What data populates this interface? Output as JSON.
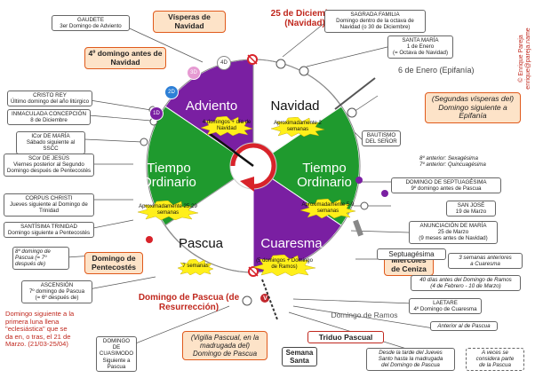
{
  "center_label": "",
  "seasons": {
    "adviento": {
      "name": "Adviento",
      "detail": "4 domingos + día de Navidad",
      "color": "#7a1fa2"
    },
    "navidad": {
      "name": "Navidad",
      "detail": "Aproximadamente 2 semanas",
      "color": "#ffffff"
    },
    "ord1": {
      "name": "Tiempo Ordinario",
      "detail": "Aproximadamente 25-29 semanas",
      "color": "#1f9a2e"
    },
    "ord2": {
      "name": "Tiempo Ordinario",
      "detail": "Aproximadamente 5-9 semanas",
      "color": "#1f9a2e"
    },
    "pascua": {
      "name": "Pascua",
      "detail": "7 semanas",
      "color": "#ffffff"
    },
    "cuaresma": {
      "name": "Cuaresma",
      "detail": "(5 domingos + Domingo de Ramos)",
      "color": "#7a1fa2"
    }
  },
  "advent_sundays": [
    "1D",
    "2D",
    "3D",
    "4D"
  ],
  "advent_colors": [
    "#7a1fa2",
    "#2d7fd6",
    "#e69ad2",
    "#ffffff"
  ],
  "title_25": "25 de Diciembre (Navidad)",
  "primary_labels": {
    "visperas_navidad": "Vísperas de Navidad",
    "cuarto_domingo": "4º domingo antes de Navidad",
    "segundas_visperas": "(Segundas vísperas del) Domingo siguiente a Epifanía",
    "miercoles_ceniza": "Miércoles de Ceniza",
    "pentecostes": "Domingo de Pentecostés",
    "pascua_resurreccion": "Domingo de Pascua (de Resurrección)",
    "vigilia": "(Vigilia Pascual, en la madrugada del) Domingo de Pascua",
    "semana_santa": "Semana Santa",
    "triduo": "Triduo Pascual"
  },
  "tags": {
    "gaudete": "GAUDETE\n3er Domingo de Adviento",
    "cristo_rey": "CRISTO REY\nÚltimo domingo del año litúrgico",
    "inmaculada": "INMACULADA CONCEPCIÓN\n8 de Diciembre",
    "icor": "ICor DE MARÍA\nSábado siguiente al SSCC",
    "scor": "SCor DE JESÚS\nViernes posterior al Segundo\nDomingo después de Pentecostés",
    "corpus": "CORPUS CHRISTI\nJueves siguiente al Domingo de\nTrinidad",
    "trinidad": "SANTÍSIMA TRINIDAD\nDomingo siguiente a Pentecostés",
    "octavo": "8º domingo de\nPascua (= 7º\ndespués de)",
    "ascension": "ASCENSIÓN\n7º domingo de Pascua\n(= 6º después de)",
    "cuasimodo": "DOMINGO DE\nCUASIMODO\nSiguiente a\nPascua",
    "sagrada": "SAGRADA FAMILIA\nDomingo dentro de la octava de\nNavidad (o 30 de Diciembre)",
    "santa_maria": "SANTA MARÍA\n1 de Enero\n(= Octava de Navidad)",
    "bautismo": "BAUTISMO\nDEL SEÑOR",
    "septuagesima_domingo": "DOMINGO DE SEPTUAGÉSIMA\n9º domingo antes de Pascua",
    "san_jose": "SAN JOSÉ\n19 de Marzo",
    "anunciacion": "ANUNCIACIÓN DE MARÍA\n25 de Marzo\n(9 meses antes de Navidad)",
    "laetare": "LAETARE\n4º Domingo de Cuaresma"
  },
  "plain_labels": {
    "epifania": "6 de Enero (Epifanía)",
    "sexagesima": "8º anterior: Sexagésima\n7º anterior: Quincuagésima",
    "septuagesima": "Septuagésima",
    "tres_semanas": "3 semanas anteriores\na Cuaresma",
    "cuarenta": "40 días antes del Domingo de Ramos\n(4 de Febrero - 10 de Marzo)",
    "domingo_ramos": "Domingo de Ramos",
    "anterior": "Anterior al de Pascua",
    "jueves": "Desde la tarde del Jueves\nSanto hasta la madrugada\ndel Domingo de Pascua",
    "a_veces": "A veces se\nconsidera parte\nde la Pascua"
  },
  "red_note": "Domingo siguiente a la primera luna llena \"eclesiástica\" que se da en, o tras, el 21 de Marzo. (21/03-25/04)",
  "author": "© Enrique Pareja\nenrique@pareja.name",
  "v_mark": "V"
}
